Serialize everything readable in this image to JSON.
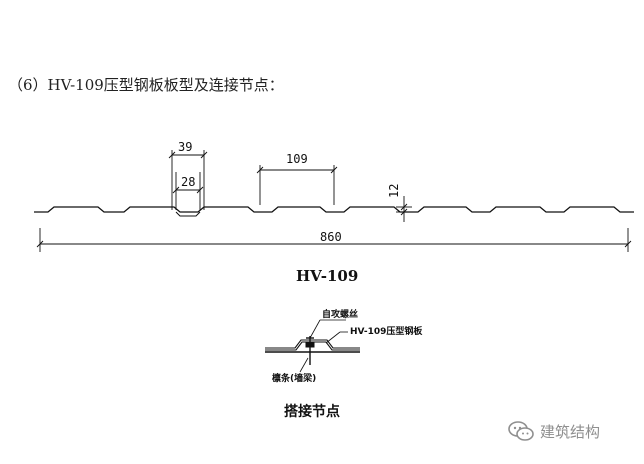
{
  "heading": "（6）HV-109压型钢板板型及连接节点：",
  "profile": {
    "dims": {
      "d39": "39",
      "d28": "28",
      "d109": "109",
      "d12": "12",
      "d860": "860"
    },
    "model_label": "HV-109"
  },
  "joint": {
    "label_screw": "自攻螺丝",
    "label_sheet": "HV-109压型钢板",
    "label_purlin": "檩条(墙梁)",
    "title": "搭接节点"
  },
  "watermark": {
    "text": "建筑结构",
    "icon": "wechat-icon"
  },
  "colors": {
    "line": "#111111",
    "watermark": "#8f8f8f"
  }
}
